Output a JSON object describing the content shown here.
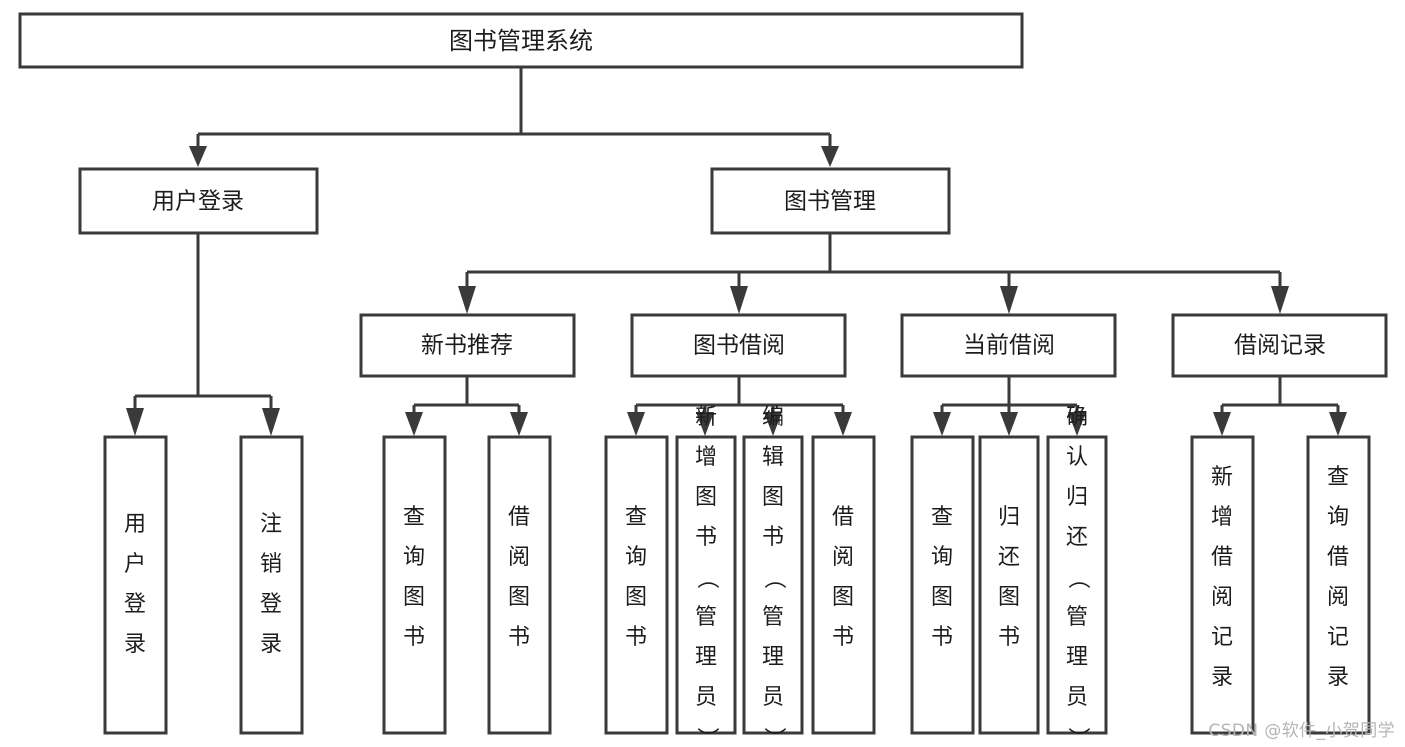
{
  "diagram": {
    "title": "图书管理系统",
    "type": "tree-hierarchy",
    "watermark": "CSDN @软件_小贺同学",
    "colors": {
      "box_stroke": "#3a3a3a",
      "box_fill": "#ffffff",
      "connector": "#3a3a3a",
      "text": "#1d1d1d",
      "watermark": "#b5b5b5",
      "background": "#ffffff"
    },
    "levels": {
      "root": {
        "label": "图书管理系统"
      },
      "level2": [
        {
          "label": "用户登录"
        },
        {
          "label": "图书管理"
        }
      ],
      "level3": [
        {
          "label": "新书推荐"
        },
        {
          "label": "图书借阅"
        },
        {
          "label": "当前借阅"
        },
        {
          "label": "借阅记录"
        }
      ],
      "leaves": {
        "user_login": [
          {
            "label": "用户登录"
          },
          {
            "label": "注销登录"
          }
        ],
        "new_book_recommend": [
          {
            "label": "查询图书"
          },
          {
            "label": "借阅图书"
          }
        ],
        "book_borrow": [
          {
            "label": "查询图书"
          },
          {
            "label": "新增图书（管理员）"
          },
          {
            "label": "编辑图书（管理员）"
          },
          {
            "label": "借阅图书"
          }
        ],
        "current_borrow": [
          {
            "label": "查询图书"
          },
          {
            "label": "归还图书"
          },
          {
            "label": "确认归还（管理员）"
          }
        ],
        "borrow_record": [
          {
            "label": "新增借阅记录"
          },
          {
            "label": "查询借阅记录"
          }
        ]
      }
    }
  }
}
